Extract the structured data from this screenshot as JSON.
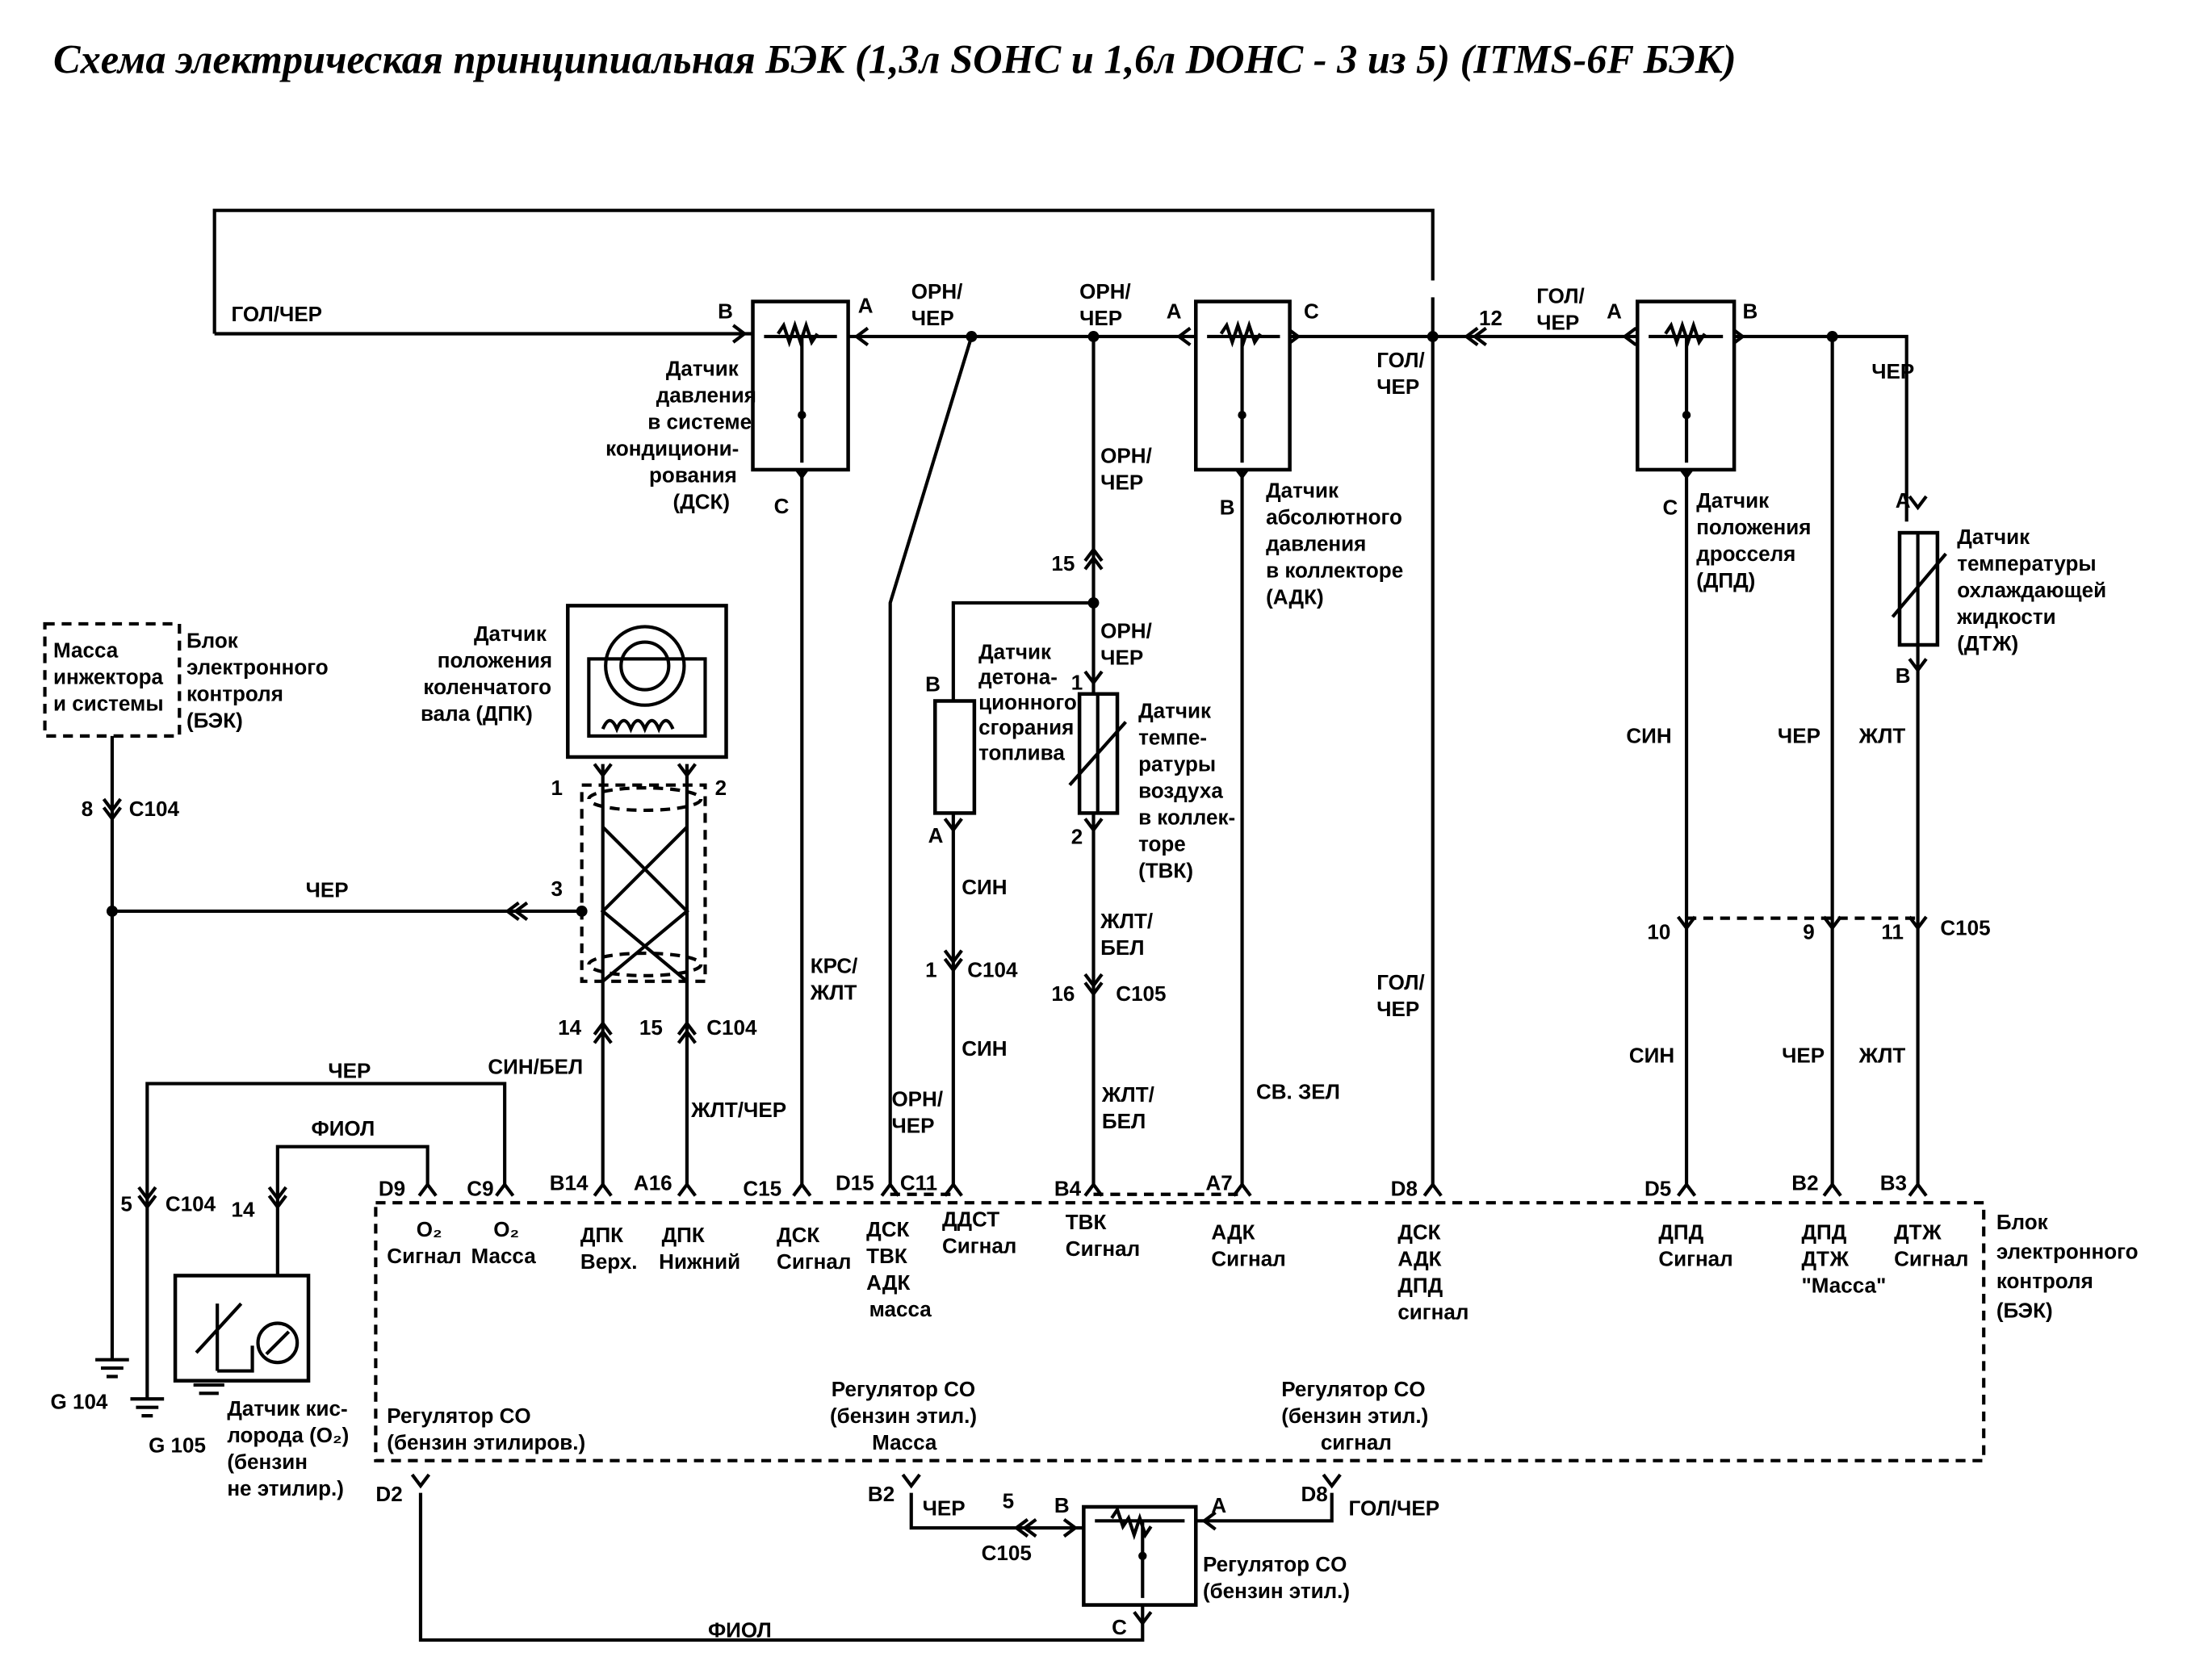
{
  "title": "Схема электрическая принципиальная БЭК (1,3л SOHC и 1,6л DOHC - 3 из 5) (ITMS-6F БЭК)",
  "l": {
    "gol1": "ГОЛ/ЧЕР",
    "pinB1": "B",
    "pinA1": "A",
    "orn1a": "ОРН/",
    "orn1b": "ЧЕР",
    "orn2a": "ОРН/",
    "orn2b": "ЧЕР",
    "pinA2": "A",
    "pinC2": "C",
    "gol2a": "ГОЛ/",
    "gol2b": "ЧЕР",
    "c12": "12",
    "gol3a": "ГОЛ/",
    "gol3b": "ЧЕР",
    "pinA3": "A",
    "pinB3": "B",
    "cher1": "ЧЕР",
    "dsk1": "Датчик",
    "dsk2": "давления",
    "dsk3": "в системе",
    "dsk4": "кондициони-",
    "dsk5": "рования",
    "dsk6": "(ДСК)",
    "pinC1": "C",
    "orn3a": "ОРН/",
    "orn3b": "ЧЕР",
    "c15": "15",
    "orn4a": "ОРН/",
    "orn4b": "ЧЕР",
    "pinB4": "B",
    "adk1": "Датчик",
    "adk2": "абсолютного",
    "adk3": "давления",
    "adk4": "в коллекторе",
    "adk5": "(АДК)",
    "pinC3": "C",
    "dpd1": "Датчик",
    "dpd2": "положения",
    "dpd3": "дросселя",
    "dpd4": "(ДПД)",
    "pinA4": "A",
    "dtz1": "Датчик",
    "dtz2": "температуры",
    "dtz3": "охлаждающей",
    "dtz4": "жидкости",
    "dtz5": "(ДТЖ)",
    "pinB5": "B",
    "m1": "Масса",
    "m2": "инжектора",
    "m3": "и системы",
    "b1": "Блок",
    "b2": "электронного",
    "b3": "контроля",
    "b4": "(БЭК)",
    "dpk1": "Датчик",
    "dpk2": "положения",
    "dpk3": "коленчатого",
    "dpk4": "вала (ДПК)",
    "kn1": "Датчик",
    "kn2": "детона-",
    "kn3": "ционного",
    "kn4": "сгорания",
    "kn5": "топлива",
    "pinB6": "B",
    "pinA6": "A",
    "p1": "1",
    "tv1": "Датчик",
    "tv2": "темпе-",
    "tv3": "ратуры",
    "tv4": "воздуха",
    "tv5": "в коллек-",
    "tv6": "торе",
    "tv7": "(ТВК)",
    "p2": "2",
    "sin1": "СИН",
    "cher2": "ЧЕР",
    "zhlt1": "ЖЛТ",
    "c8": "8",
    "c104a": "C104",
    "cher3": "ЧЕР",
    "c3": "3",
    "p1b": "1",
    "p2b": "2",
    "c1": "1",
    "c104b": "C104",
    "sin2": "СИН",
    "zhb1a": "ЖЛТ/",
    "zhb1b": "БЕЛ",
    "c16": "16",
    "c105a": "C105",
    "krs1": "КРС/",
    "krs2": "ЖЛТ",
    "gol4a": "ГОЛ/",
    "gol4b": "ЧЕР",
    "c10": "10",
    "c9": "9",
    "c11": "11",
    "c105b": "C105",
    "sin3": "СИН",
    "cher4": "ЧЕР",
    "zhlt2": "ЖЛТ",
    "c14": "14",
    "c15b": "15",
    "c104c": "C104",
    "cher5": "ЧЕР",
    "sinbel": "СИН/БЕЛ",
    "zhch": "ЖЛТ/ЧЕР",
    "sin4": "СИН",
    "orn5a": "ОРН/",
    "orn5b": "ЧЕР",
    "zhb2a": "ЖЛТ/",
    "zhb2b": "БЕЛ",
    "svz": "СВ. ЗЕЛ",
    "fiol1": "ФИОЛ",
    "D9": "D9",
    "C9": "C9",
    "B14": "B14",
    "A16": "A16",
    "C15": "C15",
    "D15": "D15",
    "C11": "C11",
    "B4": "B4",
    "A7": "A7",
    "D8": "D8",
    "D5": "D5",
    "B2": "B2",
    "B3": "B3",
    "c5": "5",
    "c104d": "C104",
    "c14b": "14",
    "e1a": "O₂",
    "e1b": "Сигнал",
    "e2a": "O₂",
    "e2b": "Масса",
    "e3a": "ДПК",
    "e3b": "Верх.",
    "e4a": "ДПК",
    "e4b": "Нижний",
    "e5a": "ДСК",
    "e5b": "Сигнал",
    "e6a": "ДСК",
    "e6b": "ТВК",
    "e6c": "АДК",
    "e6d": "масса",
    "e7a": "ДДСТ",
    "e7b": "Сигнал",
    "e8a": "ТВК",
    "e8b": "Сигнал",
    "e9a": "АДК",
    "e9b": "Сигнал",
    "e10a": "ДСК",
    "e10b": "АДК",
    "e10c": "ДПД",
    "e10d": "сигнал",
    "e11a": "ДПД",
    "e11b": "Сигнал",
    "e12a": "ДПД",
    "e12b": "ДТЖ",
    "e12c": "\"Масса\"",
    "e13a": "ДТЖ",
    "e13b": "Сигнал",
    "ecu1": "Блок",
    "ecu2": "электронного",
    "ecu3": "контроля",
    "ecu4": "(БЭК)",
    "r1a": "Регулятор CO",
    "r1b": "(бензин этилиров.)",
    "r2a": "Регулятор CO",
    "r2b": "(бензин этил.)",
    "r2c": "Масса",
    "r3a": "Регулятор CO",
    "r3b": "(бензин этил.)",
    "r3c": "сигнал",
    "g104": "G 104",
    "g105": "G 105",
    "o1": "Датчик кис-",
    "o2": "лорода (O₂)",
    "o3": "(бензин",
    "o4": "не этилир.)",
    "D2": "D2",
    "B2b": "B2",
    "cher6": "ЧЕР",
    "c5b": "5",
    "c105c": "C105",
    "pinB7": "B",
    "pinA7": "A",
    "D8b": "D8",
    "golch": "ГОЛ/ЧЕР",
    "pinC7": "C",
    "co1": "Регулятор CO",
    "co2": "(бензин этил.)",
    "fiol2": "ФИОЛ"
  }
}
